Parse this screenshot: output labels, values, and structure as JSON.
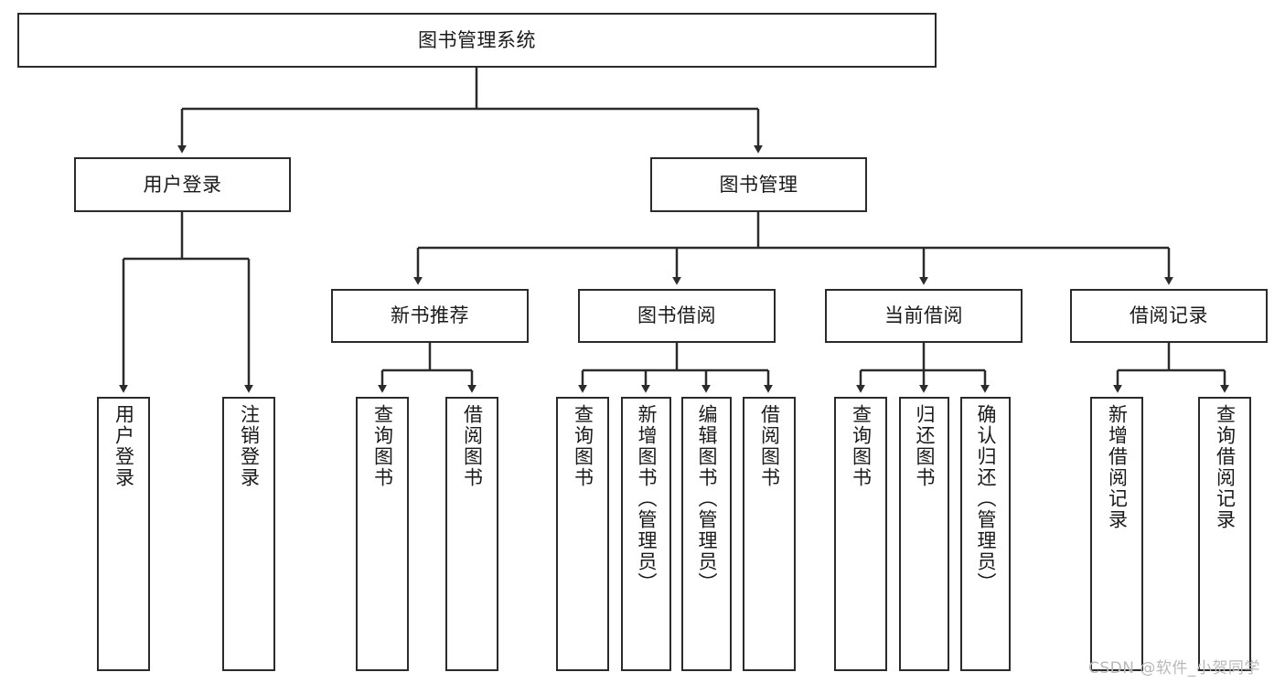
{
  "diagram": {
    "type": "tree-flowchart",
    "title": "图书管理系统",
    "watermark": "CSDN @软件_小贺同学",
    "colors": {
      "box_border": "#2b2b2b",
      "box_fill": "#ffffff",
      "connector": "#2b2b2b",
      "text": "#1a1a1a",
      "watermark": "#b9b9b9",
      "background": "#ffffff"
    },
    "nodes": {
      "root": {
        "label": "图书管理系统",
        "orientation": "horizontal"
      },
      "level2": [
        {
          "label": "用户登录",
          "orientation": "horizontal"
        },
        {
          "label": "图书管理",
          "orientation": "horizontal"
        }
      ],
      "level3": [
        {
          "label": "新书推荐",
          "orientation": "horizontal"
        },
        {
          "label": "图书借阅",
          "orientation": "horizontal"
        },
        {
          "label": "当前借阅",
          "orientation": "horizontal"
        },
        {
          "label": "借阅记录",
          "orientation": "horizontal"
        }
      ],
      "leaves": {
        "user_login": [
          {
            "label": "用户登录",
            "orientation": "vertical"
          },
          {
            "label": "注销登录",
            "orientation": "vertical"
          }
        ],
        "new_book_recommend": [
          {
            "label": "查询图书",
            "orientation": "vertical"
          },
          {
            "label": "借阅图书",
            "orientation": "vertical"
          }
        ],
        "book_borrow": [
          {
            "label": "查询图书",
            "orientation": "vertical"
          },
          {
            "label": "新增图书（管理员）",
            "orientation": "vertical"
          },
          {
            "label": "编辑图书（管理员）",
            "orientation": "vertical"
          },
          {
            "label": "借阅图书",
            "orientation": "vertical"
          }
        ],
        "current_borrow": [
          {
            "label": "查询图书",
            "orientation": "vertical"
          },
          {
            "label": "归还图书",
            "orientation": "vertical"
          },
          {
            "label": "确认归还（管理员）",
            "orientation": "vertical"
          }
        ],
        "borrow_record": [
          {
            "label": "新增借阅记录",
            "orientation": "vertical"
          },
          {
            "label": "查询借阅记录",
            "orientation": "vertical"
          }
        ]
      }
    }
  }
}
